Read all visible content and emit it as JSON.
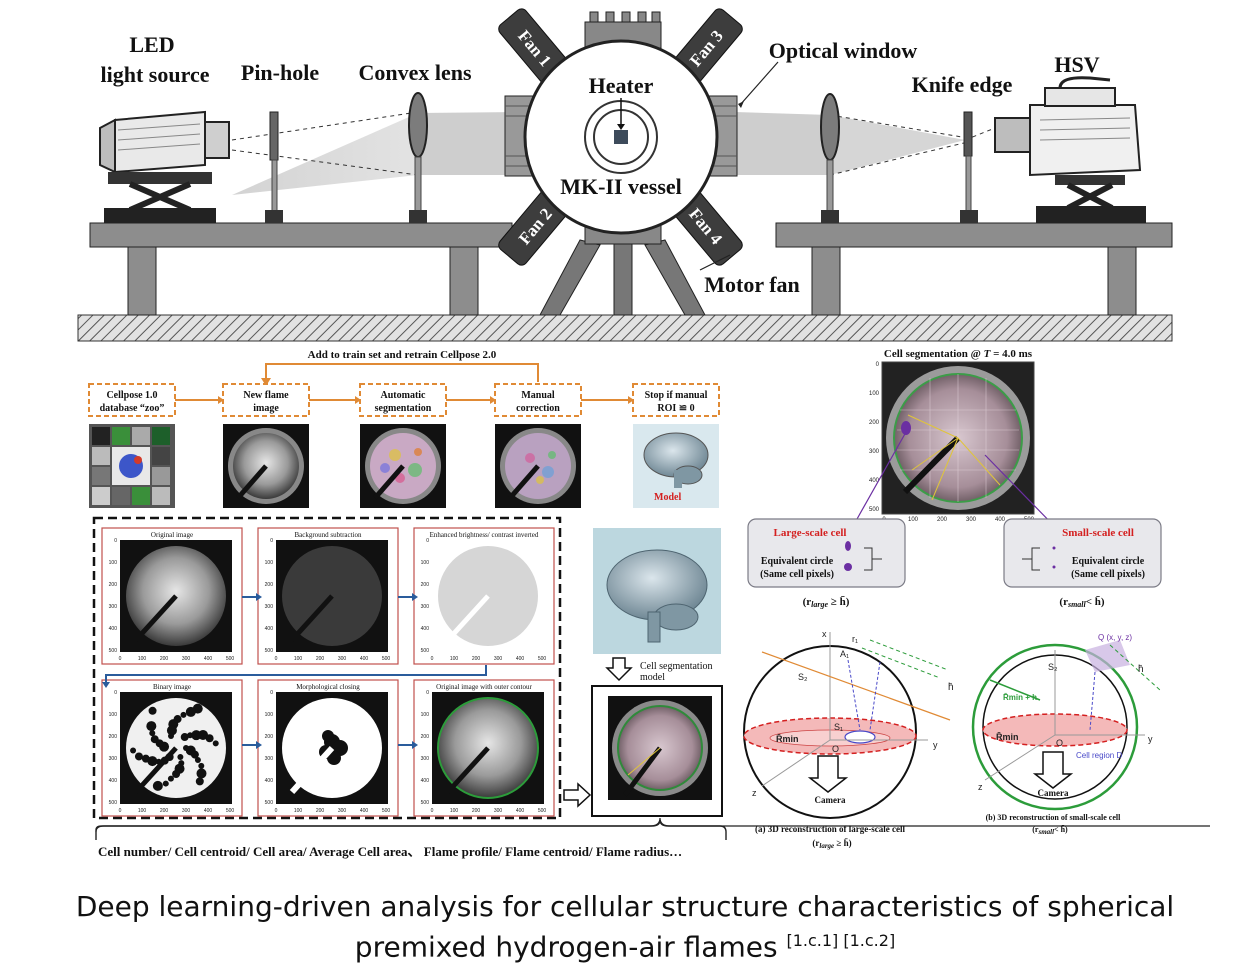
{
  "setup": {
    "led": [
      "LED",
      "light source"
    ],
    "pinhole": "Pin-hole",
    "convex": "Convex lens",
    "heater": "Heater",
    "vessel": "MK-II vessel",
    "optical_window": "Optical window",
    "knife_edge": "Knife edge",
    "hsv": "HSV",
    "motor_fan": "Motor fan",
    "fans": [
      "Fan 1",
      "Fan 2",
      "Fan 3",
      "Fan 4"
    ]
  },
  "workflow": {
    "retrain": "Add to train set and retrain Cellpose 2.0",
    "steps": [
      [
        "Cellpose 1.0",
        "database “zoo”"
      ],
      [
        "New flame",
        "image"
      ],
      [
        "Automatic",
        "segmentation"
      ],
      [
        "Manual",
        "correction"
      ],
      [
        "Stop if manual",
        "ROI ≌ 0"
      ]
    ],
    "model": "Model"
  },
  "pipeline": {
    "panels": [
      "Original image",
      "Background subtraction",
      "Enhanced brightness/ contrast inverted",
      "Binary image",
      "Morphological closing",
      "Original image with outer contour"
    ],
    "axis_ticks": [
      "0",
      "100",
      "200",
      "300",
      "400",
      "500"
    ],
    "model_label": [
      "Cell segmentation",
      "model"
    ],
    "outputs": "Cell number/ Cell centroid/ Cell area/ Average Cell area、 Flame profile/ Flame centroid/ Flame radius…"
  },
  "segmentation": {
    "title_pre": "Cell segmentation @ ",
    "title_t": "T",
    "title_post": " = 4.0 ms",
    "yticks": [
      "0",
      "100",
      "200",
      "300",
      "400",
      "500"
    ],
    "xticks": [
      "0",
      "100",
      "200",
      "300",
      "400",
      "500"
    ],
    "large_title": "Large-scale cell",
    "small_title": "Small-scale cell",
    "equiv": [
      "Equivalent circle",
      "(Same cell pixels)"
    ],
    "large_cond": "(r",
    "large_sub": "large",
    "large_rel": " ≥ h̄)",
    "small_sub": "small",
    "small_rel": "< h̄)"
  },
  "recon": {
    "camera": "Camera",
    "caption_a": "(a)   3D reconstruction of large-scale cell",
    "caption_a2": "(r",
    "caption_a2_sub": "large",
    "caption_a2_rel": " ≥ h̄)",
    "caption_b": "(b) 3D reconstruction of small-scale cell",
    "caption_b2_sub": "small",
    "caption_b2_rel": "< h̄)",
    "labels": [
      "S₂",
      "S₁",
      "x",
      "y",
      "z",
      "O",
      "h̄",
      "R̄min",
      "R̄min + h",
      "Q (x, y, z)",
      "Cell region D",
      "r₁",
      "A₁"
    ]
  },
  "caption": {
    "line1": "Deep learning-driven analysis for cellular structure characteristics of spherical",
    "line2": "premixed hydrogen-air flames",
    "refs": "[1.c.1] [1.c.2]"
  }
}
